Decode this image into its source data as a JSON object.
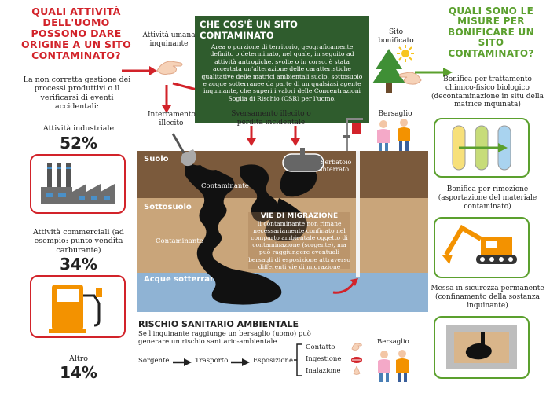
{
  "left": {
    "question": "QUALI ATTIVITÀ DELL'UOMO POSSONO DARE ORIGINE A UN SITO CONTAMINATO?",
    "intro": "La non corretta gestione dei processi produttivi o il verificarsi di eventi accidentali:",
    "categories": [
      {
        "label": "Attività industriale",
        "percent": "52%"
      },
      {
        "label": "Attività commerciali (ad esempio: punto vendita carburante)",
        "percent": "34%"
      },
      {
        "label": "Altro",
        "percent": "14%"
      }
    ]
  },
  "center": {
    "human_activity": "Attività umana inquinante",
    "definition_title": "CHE COS'È UN SITO CONTAMINATO",
    "definition_text": "Area o porzione di territorio, geograficamente definito o determinato, nel quale, in seguito ad attività antropiche, svolte o in corso, è stata accertata un'alterazione delle caratteristiche qualitative delle matrici ambientali suolo, sottosuolo e acque sotterranee da parte di un qualsiasi agente inquinante, che superi i valori delle Concentrazioni Soglia di Rischio (CSR) per l'uomo.",
    "reclaimed_site": "Sito bonificato",
    "burial": "Interramento illecito",
    "spill": "Sversamento illecito o perdita incidentale",
    "target": "Bersaglio",
    "tank": "Serbatoio interrato",
    "layers": {
      "soil": "Suolo",
      "subsoil": "Sottosuolo",
      "groundwater": "Acque sotterranee"
    },
    "contaminant": "Contaminante",
    "migration_title": "VIE DI MIGRAZIONE",
    "migration_text": "Il contaminante non rimane necessariamente confinato nel comparto ambientale oggetto di contaminazione (sorgente), ma può raggiungere eventuali bersagli di esposizione attraverso differenti vie di migrazione"
  },
  "risk": {
    "title": "RISCHIO SANITARIO AMBIENTALE",
    "subtitle": "Se l'inquinante raggiunge un bersaglio (uomo) può generare un rischio sanitario-ambientale",
    "chain": [
      "Sorgente",
      "Trasporto",
      "Esposizione"
    ],
    "routes": [
      "Contatto",
      "Ingestione",
      "Inalazione"
    ],
    "target": "Bersaglio"
  },
  "right": {
    "question": "QUALI SONO LE MISURE PER BONIFICARE UN SITO CONTAMINATO?",
    "measures": [
      "Bonifica per trattamento chimico-fisico biologico (decontaminazione in situ della matrice inquinata)",
      "Bonifica per rimozione (asportazione del materiale contaminato)",
      "Messa in sicurezza permanente (confinamento della sostanza inquinante)"
    ]
  },
  "colors": {
    "red": "#d2232a",
    "green": "#5ba02e",
    "dark_green": "#2f5c2d",
    "soil": "#7b5a3c",
    "subsoil": "#c9a57a",
    "water": "#8fb3d4",
    "orange": "#f39200"
  }
}
